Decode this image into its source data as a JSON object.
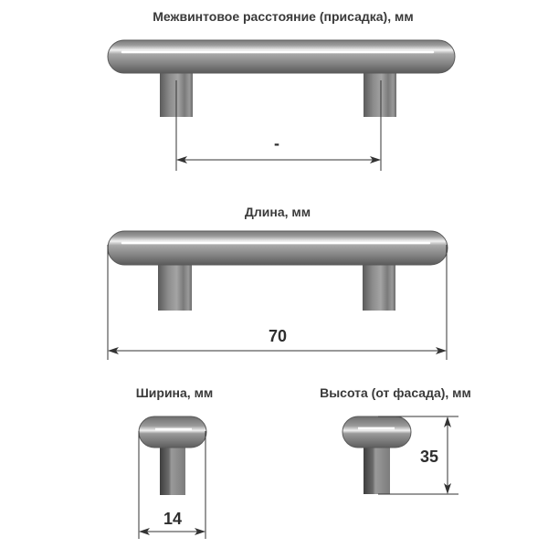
{
  "sections": {
    "spacing": {
      "title": "Межвинтовое расстояние (присадка), мм",
      "value": "-"
    },
    "length": {
      "title": "Длина, мм",
      "value": "70"
    },
    "width": {
      "title": "Ширина, мм",
      "value": "14"
    },
    "height": {
      "title": "Высота (от фасада), мм",
      "value": "35"
    }
  },
  "colors": {
    "metal_dark": "#5e5e5e",
    "metal_mid": "#8a8a8a",
    "metal_light": "#e8e8e8",
    "dimension_line": "#333333",
    "label_text": "#3a3a3a"
  }
}
